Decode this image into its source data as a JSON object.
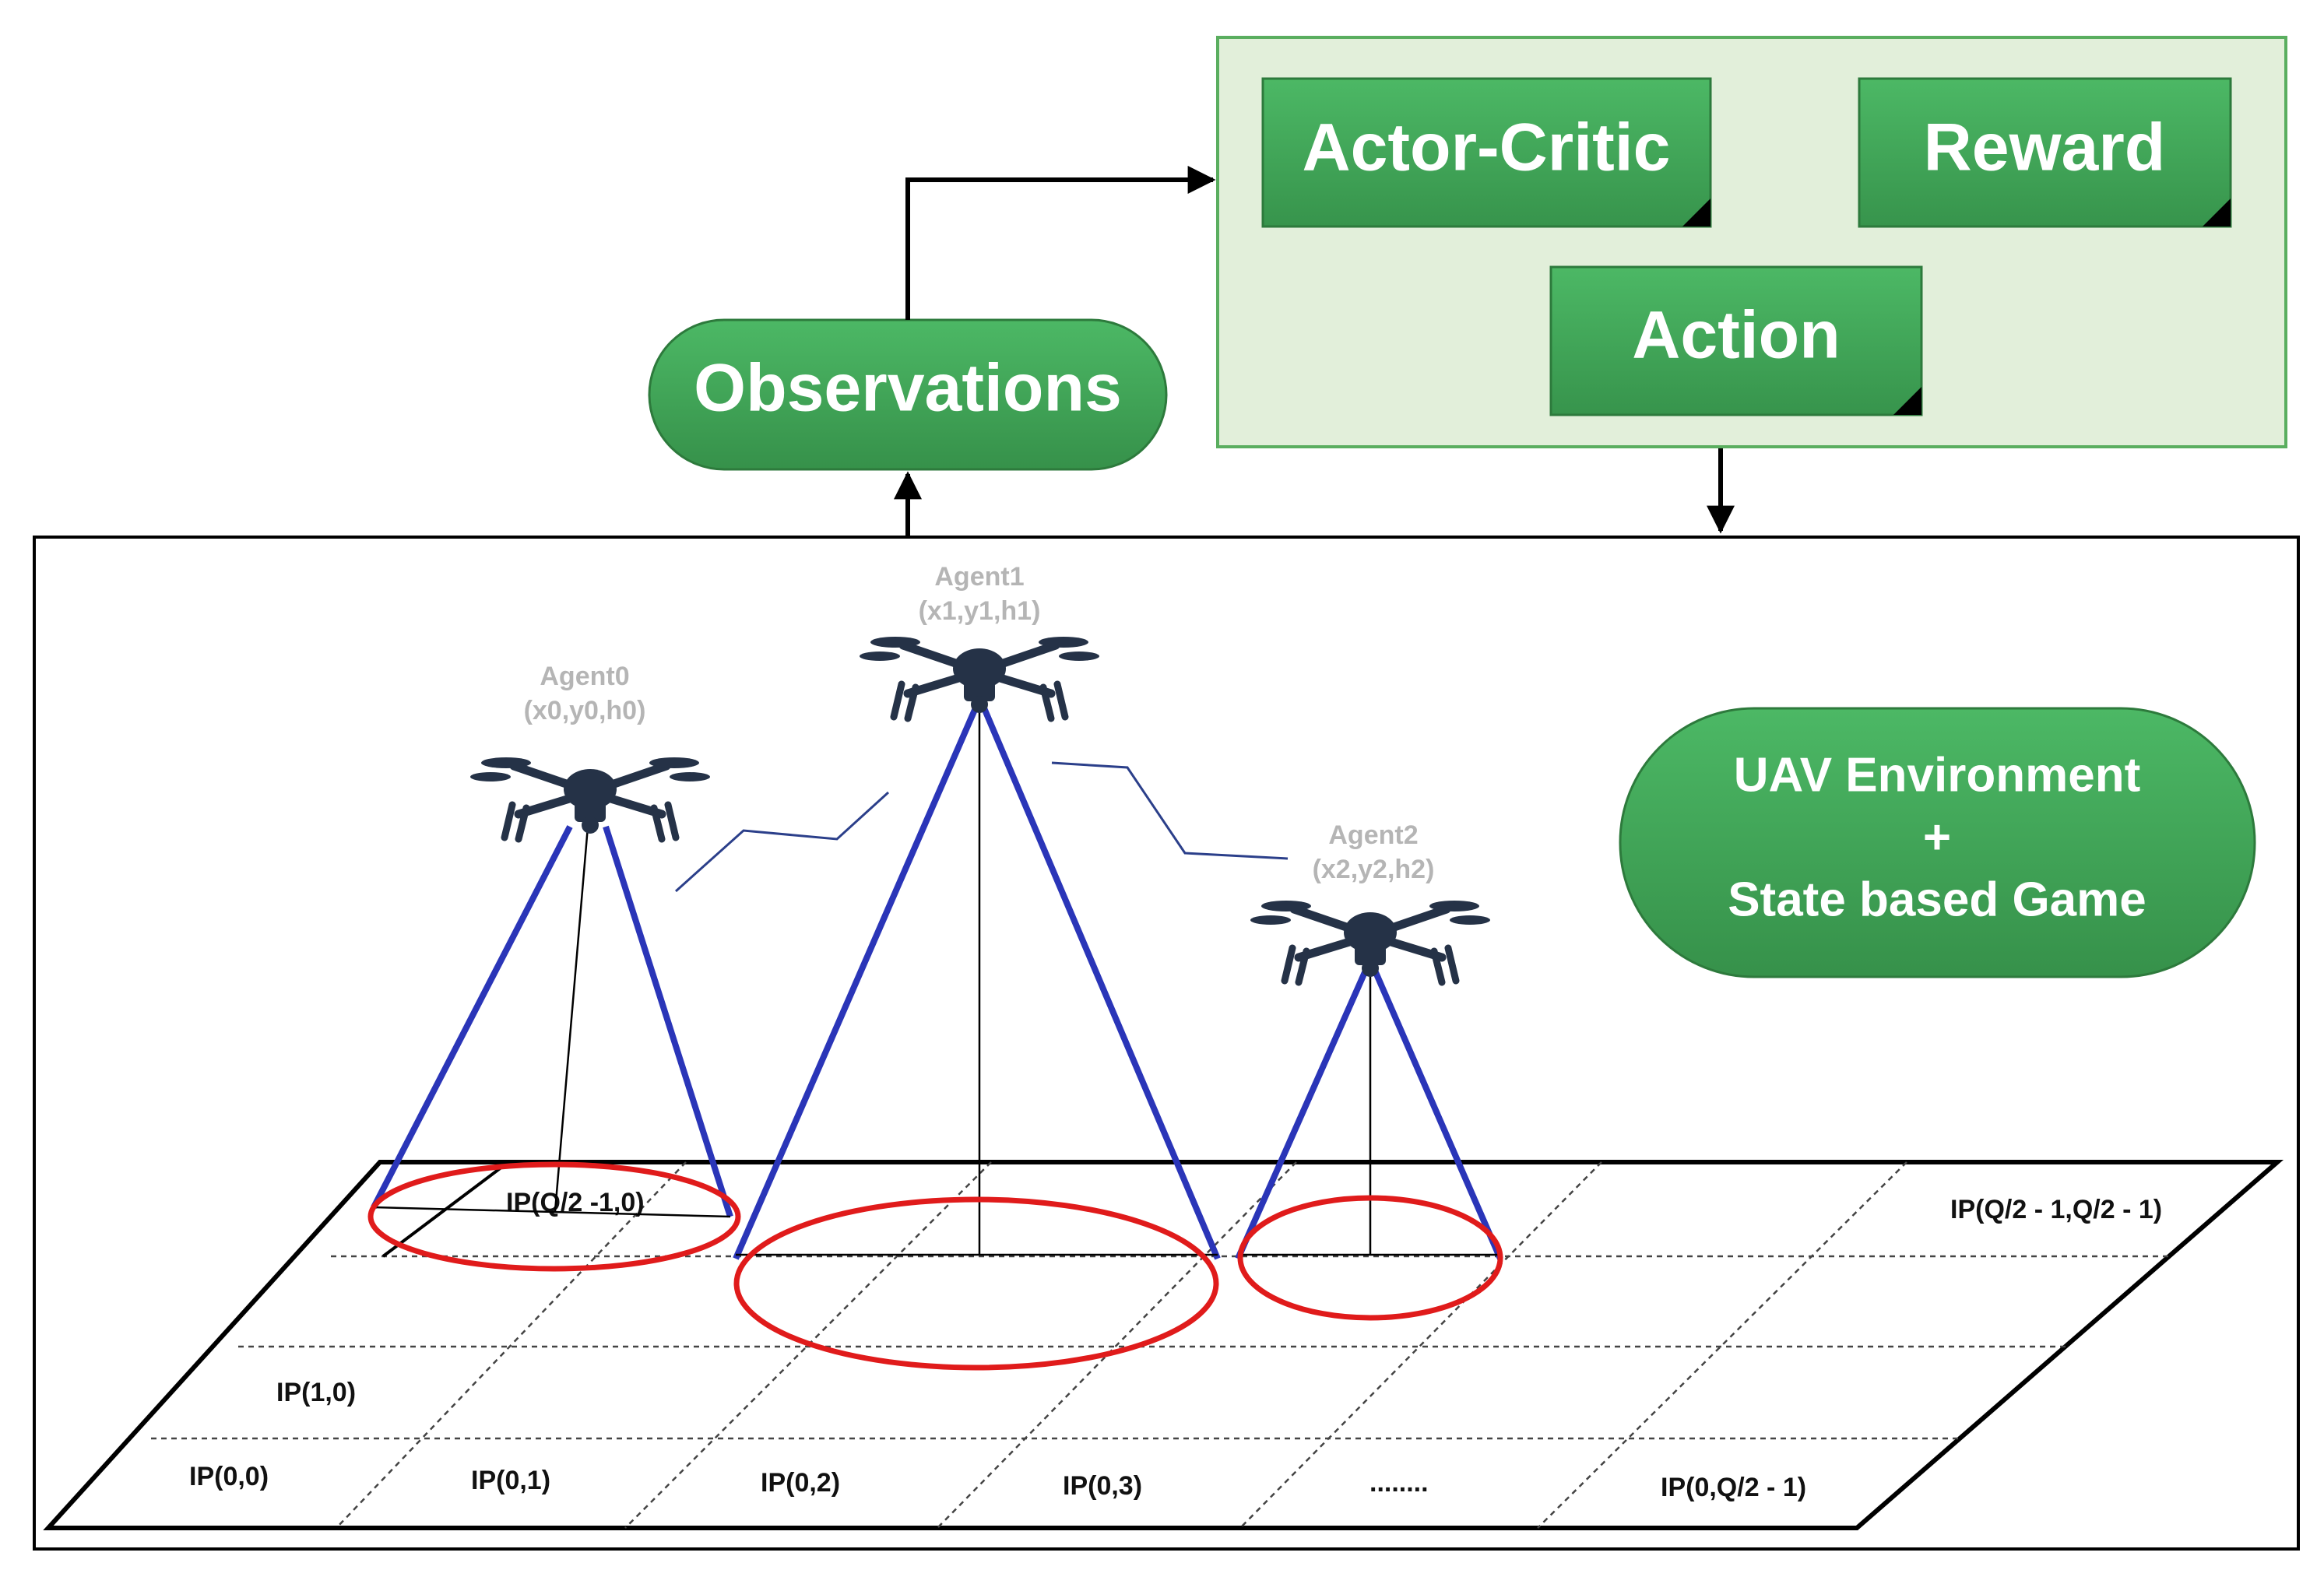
{
  "rl_panel": {
    "actor_critic": "Actor-Critic",
    "reward": "Reward",
    "action": "Action"
  },
  "observations": "Observations",
  "environment_box": {
    "line1": "UAV Environment",
    "line2": "+",
    "line3": "State based Game"
  },
  "agents": [
    {
      "name": "Agent0",
      "coords": "(x0,y0,h0)"
    },
    {
      "name": "Agent1",
      "coords": "(x1,y1,h1)"
    },
    {
      "name": "Agent2",
      "coords": "(x2,y2,h2)"
    }
  ],
  "grid_labels": {
    "top_left": "IP(Q/2 -1,0)",
    "top_right": "IP(Q/2 - 1,Q/2 - 1)",
    "row1_col0": "IP(1,0)",
    "row0_col0": "IP(0,0)",
    "row0_col1": "IP(0,1)",
    "row0_col2": "IP(0,2)",
    "row0_col3": "IP(0,3)",
    "row0_ellipsis": "........",
    "row0_last": "IP(0,Q/2 - 1)"
  },
  "colors": {
    "panel_fill": "#e2efda",
    "panel_border": "#5aae5f",
    "box_fill": "#3e9e54",
    "box_border": "#2d7a3c",
    "beam": "#2a35b8",
    "coverage": "#e01b1b",
    "drone": "#253247",
    "arrow": "#000000"
  }
}
